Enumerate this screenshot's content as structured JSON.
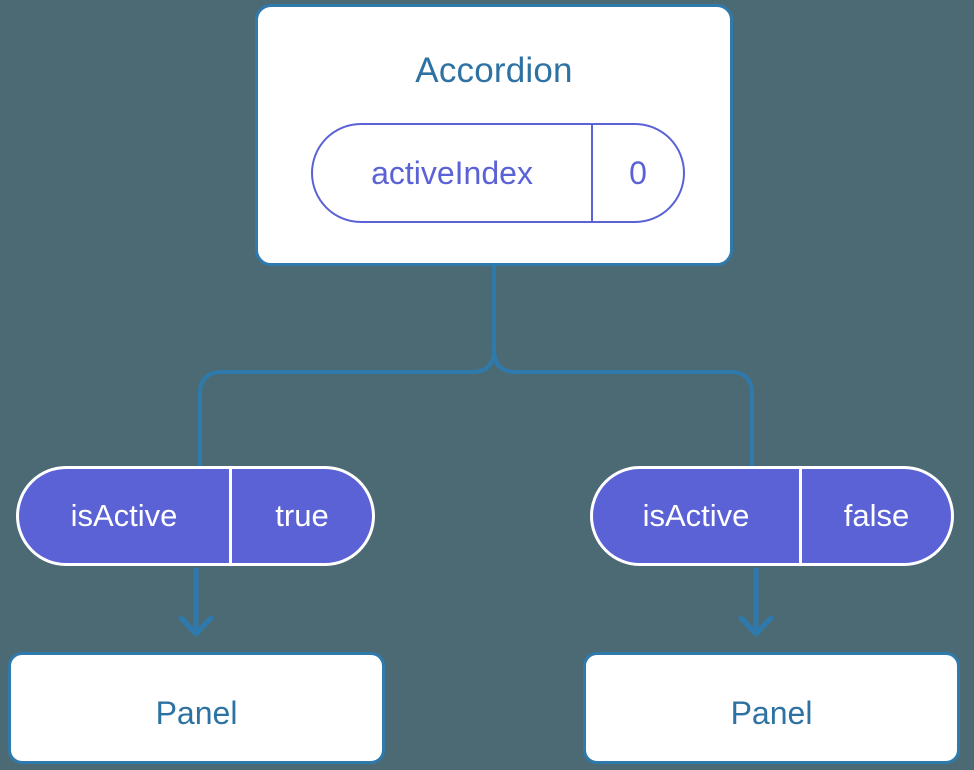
{
  "background_color": "#4c6a74",
  "colors": {
    "card_border": "#2f7aad",
    "card_background": "#ffffff",
    "heading_text": "#2d72a3",
    "accent_purple": "#5b62d6",
    "pill_text_on_fill": "#ffffff",
    "connector_line": "#2f7aad"
  },
  "diagram": {
    "type": "component-tree",
    "root": {
      "name": "accordion-component",
      "title": "Accordion",
      "state": {
        "key": "activeIndex",
        "value": "0"
      }
    },
    "branches": [
      {
        "side": "left",
        "prop": {
          "key": "isActive",
          "value": "true"
        },
        "child": {
          "title": "Panel"
        }
      },
      {
        "side": "right",
        "prop": {
          "key": "isActive",
          "value": "false"
        },
        "child": {
          "title": "Panel"
        }
      }
    ]
  }
}
